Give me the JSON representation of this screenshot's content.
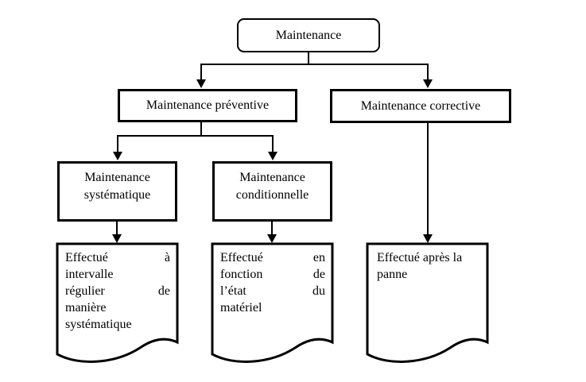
{
  "canvas": {
    "background_color": "#ffffff",
    "line_color": "#000000"
  },
  "nodes": {
    "root": {
      "label": "Maintenance"
    },
    "preventive": {
      "label": "Maintenance préventive"
    },
    "corrective": {
      "label": "Maintenance corrective"
    },
    "systematic": {
      "label": "Maintenance systématique"
    },
    "conditional": {
      "label": "Maintenance conditionnelle"
    }
  },
  "documents": [
    {
      "id": "systematic-output",
      "lines": [
        {
          "left": "Effectué",
          "right": "à"
        },
        {
          "left": "intervalle"
        },
        {
          "left": "régulier",
          "right": "de"
        },
        {
          "left": "manière"
        },
        {
          "left": "systématique"
        }
      ]
    },
    {
      "id": "conditional-output",
      "lines": [
        {
          "left": "Effectué",
          "right": "en"
        },
        {
          "left": "fonction",
          "right": "de"
        },
        {
          "left": "l’état",
          "right": "du"
        },
        {
          "left": "matériel"
        }
      ]
    },
    {
      "id": "corrective-output",
      "lines": [
        {
          "left": "Effectué après la"
        },
        {
          "left": "panne"
        }
      ]
    }
  ]
}
